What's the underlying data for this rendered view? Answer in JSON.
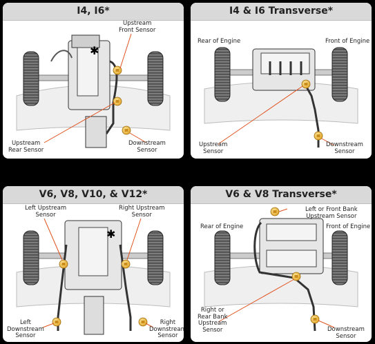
{
  "panels": [
    {
      "title": "I4, I6*",
      "labels": {
        "upstream_front": [
          "Upstream",
          "Front Sensor"
        ],
        "upstream_rear": [
          "Upstream",
          "Rear Sensor"
        ],
        "downstream": [
          "Downstream",
          "Sensor"
        ]
      }
    },
    {
      "title": "I4 & I6 Transverse*",
      "labels": {
        "rear_engine": "Rear of Engine",
        "front_engine": "Front of Engine",
        "upstream": [
          "Upstream",
          "Sensor"
        ],
        "downstream": [
          "Downstream",
          "Sensor"
        ]
      }
    },
    {
      "title": "V6, V8, V10, & V12*",
      "labels": {
        "left_upstream": [
          "Left Upstream",
          "Sensor"
        ],
        "right_upstream": [
          "Right Upstream",
          "Sensor"
        ],
        "left_downstream": [
          "Left",
          "Downstream",
          "Sensor"
        ],
        "right_downstream": [
          "Right",
          "Downstream",
          "Sensor"
        ]
      }
    },
    {
      "title": "V6 & V8 Transverse*",
      "labels": {
        "left_front_bank": [
          "Left or Front Bank",
          "Upstream Sensor"
        ],
        "rear_engine": "Rear of Engine",
        "front_engine": "Front of Engine",
        "right_rear_bank": [
          "Right or",
          "Rear Bank",
          "Upstream",
          "Sensor"
        ],
        "downstream": [
          "Downstream",
          "Sensor"
        ]
      }
    }
  ],
  "colors": {
    "background": "#000000",
    "header": "#d9d9d9",
    "sensor": "#f2c04a",
    "leader": "#e0521e",
    "line": "#222222"
  }
}
